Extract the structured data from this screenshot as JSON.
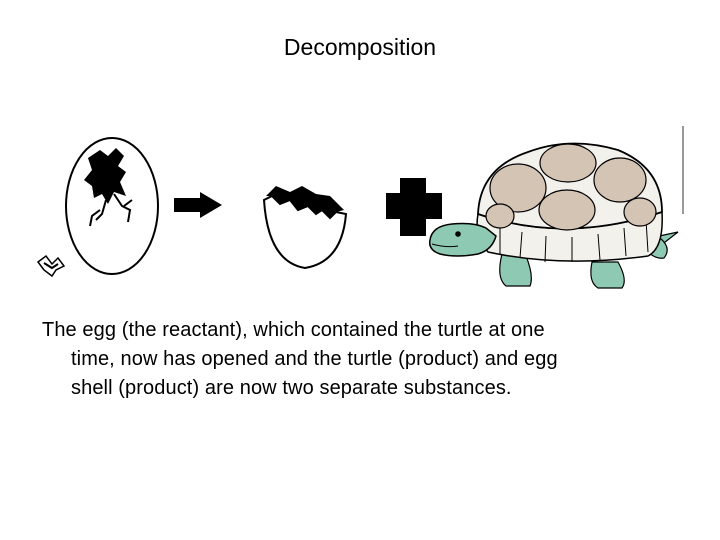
{
  "slide": {
    "title": "Decomposition",
    "caption_lines": [
      "The egg (the reactant), which contained the turtle at one",
      "time, now has opened and the turtle (product) and egg",
      "shell (product) are now two separate substances."
    ]
  },
  "colors": {
    "shell_scutes": "#d4c4b4",
    "turtle_skin": "#8ec9b3",
    "ink": "#000000",
    "shell_base": "#f3f1ec"
  }
}
